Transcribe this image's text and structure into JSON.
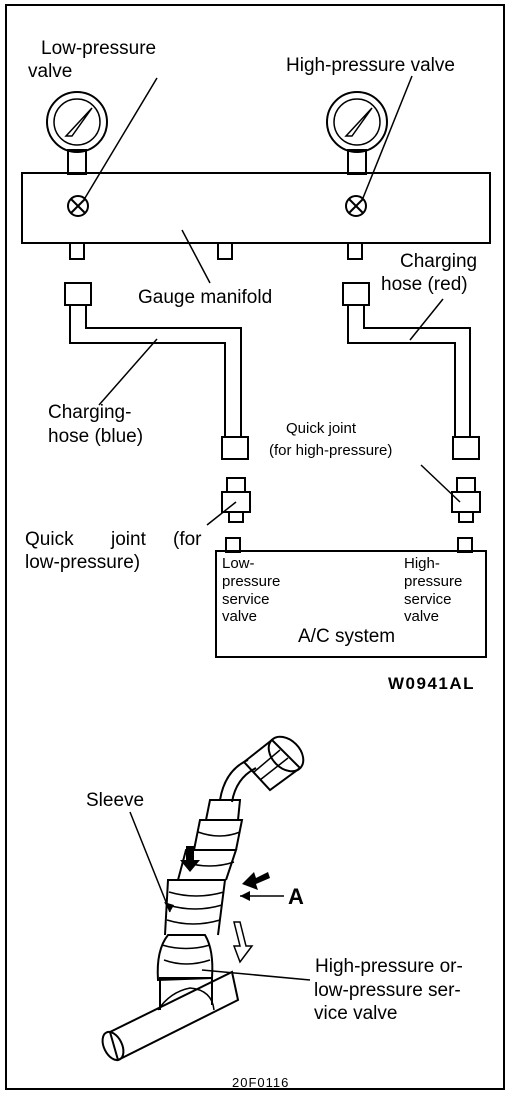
{
  "diagram_top": {
    "labels": {
      "low_pressure_valve_1": "Low-pressure",
      "low_pressure_valve_2": "valve",
      "high_pressure_valve": "High-pressure valve",
      "gauge_manifold": "Gauge manifold",
      "charging_hose_red_1": "Charging",
      "charging_hose_red_2": "hose (red)",
      "charging_hose_blue_1": "Charging-",
      "charging_hose_blue_2": "hose (blue)",
      "quick_joint_high_1": "Quick joint",
      "quick_joint_high_2": "(for high-pressure)",
      "quick_joint_low_1a": "Quick",
      "quick_joint_low_1b": "joint",
      "quick_joint_low_1c": "(for",
      "quick_joint_low_2": "low-pressure)",
      "low_service_1": "Low-",
      "low_service_2": "pressure",
      "low_service_3": "service",
      "low_service_4": "valve",
      "high_service_1": "High-",
      "high_service_2": "pressure",
      "high_service_3": "service",
      "high_service_4": "valve",
      "ac_system": "A/C system"
    },
    "figure_code": "W0941AL"
  },
  "diagram_bottom": {
    "labels": {
      "sleeve": "Sleeve",
      "a_marker": "A",
      "service_valve_1": "High-pressure or-",
      "service_valve_2": "low-pressure ser-",
      "service_valve_3": "vice valve"
    },
    "figure_code": "20F0116"
  }
}
